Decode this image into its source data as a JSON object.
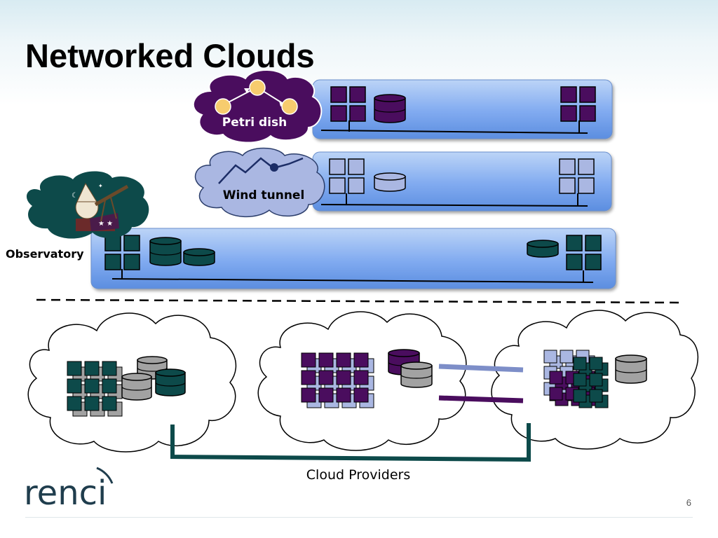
{
  "slide": {
    "title": "Networked Clouds",
    "page_number": "6",
    "logo_text": "renci"
  },
  "labels": {
    "petri_dish": "Petri dish",
    "wind_tunnel": "Wind tunnel",
    "observatory": "Observatory",
    "cloud_providers": "Cloud Providers"
  },
  "colors": {
    "purple": "#4a0d5e",
    "lightblue": "#aab7e2",
    "teal": "#0d4a4a",
    "gray": "#a2a2a2",
    "band_blue": "#6f9be6",
    "provider_line": "#0d4a4a"
  }
}
